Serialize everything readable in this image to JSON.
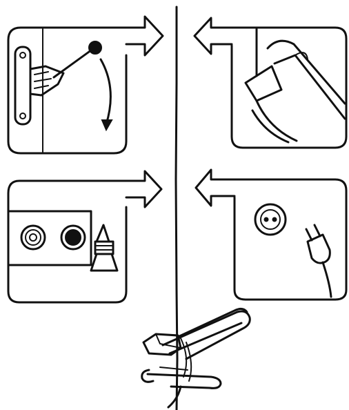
{
  "diagram": {
    "panels": [
      {
        "id": "panel-top-left",
        "icon": "lever-hinge-icon",
        "arrow": "right"
      },
      {
        "id": "panel-top-right",
        "icon": "folding-frame-icon",
        "arrow": "left"
      },
      {
        "id": "panel-mid-left",
        "icon": "jack-sockets-icon",
        "arrow": "right"
      },
      {
        "id": "panel-mid-right",
        "icon": "wall-socket-plug-icon",
        "arrow": "left"
      }
    ],
    "bottom_figure": "folded-lounger-icon",
    "center_line": "divider-line"
  },
  "colors": {
    "ink": "#111111",
    "paper": "#ffffff"
  }
}
